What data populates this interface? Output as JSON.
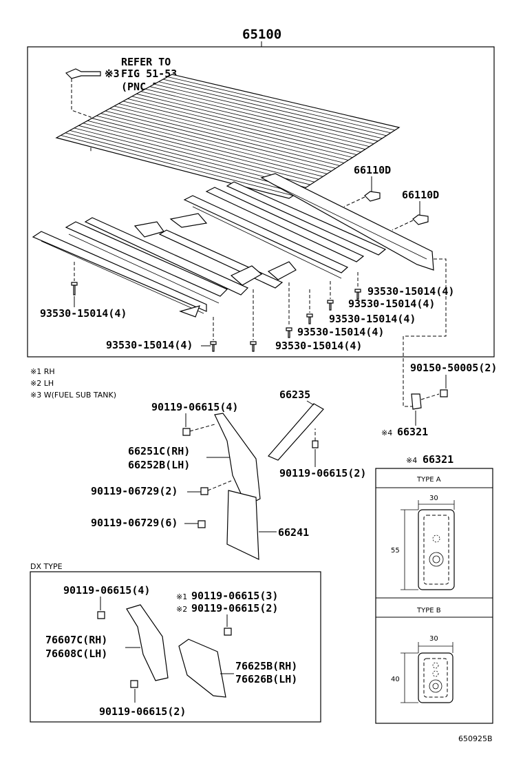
{
  "diagram": {
    "main_part": "65100",
    "refer_note": {
      "line1": "REFER TO",
      "line2": "FIG 51-53",
      "line3": "(PNC 51933A)",
      "mark": "※3"
    },
    "labels": {
      "p66110d_a": "66110D",
      "p66110d_b": "66110D",
      "bolt_r1": "93530-15014(4)",
      "bolt_r2": "93530-15014(4)",
      "bolt_r3": "93530-15014(4)",
      "bolt_r4": "93530-15014(4)",
      "bolt_l1": "93530-15014(4)",
      "bolt_l2": "93530-15014(4)",
      "bolt_c": "93530-15014(4)",
      "p90150": "90150-50005(2)",
      "p66321": "66321",
      "p66321_mark": "※4",
      "p66235": "66235",
      "p90119_a": "90119-06615(4)",
      "p66251c": "66251C(RH)",
      "p66252b": "66252B(LH)",
      "p90119_b": "90119-06615(2)",
      "p90119_c": "90119-06729(2)",
      "p90119_d": "90119-06729(6)",
      "p66241": "66241"
    },
    "notes": [
      "※1 RH",
      "※2 LH",
      "※3 W(FUEL SUB TANK)"
    ],
    "dx": {
      "title": "DX TYPE",
      "l1": "90119-06615(4)",
      "l2_mark": "※1",
      "l2": "90119-06615(3)",
      "l3_mark": "※2",
      "l3": "90119-06615(2)",
      "l4": "76607C(RH)",
      "l5": "76608C(LH)",
      "l6": "76625B(RH)",
      "l7": "76626B(LH)",
      "l8": "90119-06615(2)"
    },
    "types": {
      "header_mark": "※4",
      "header": "66321",
      "type_a": "TYPE A",
      "type_a_w": "30",
      "type_a_h": "55",
      "type_b": "TYPE B",
      "type_b_w": "30",
      "type_b_h": "40"
    },
    "figure_code": "650925B"
  }
}
